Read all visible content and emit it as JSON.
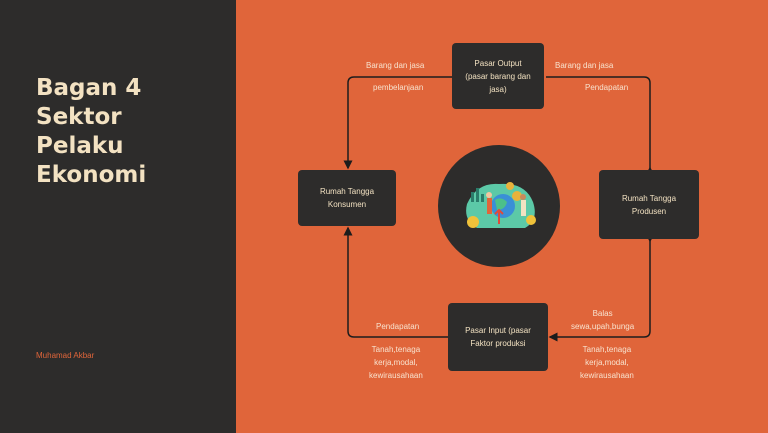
{
  "slide": {
    "title_lines": [
      "Bagan 4",
      "Sektor",
      "Pelaku",
      "Ekonomi"
    ],
    "author": "Muhamad Akbar"
  },
  "nodes": {
    "output": [
      "Pasar Output",
      "(pasar barang dan",
      "jasa)"
    ],
    "konsumen": [
      "Rumah Tangga",
      "Konsumen"
    ],
    "produsen": [
      "Rumah Tangga",
      "Produsen"
    ],
    "input": [
      "Pasar Input (pasar",
      "Faktor produksi"
    ]
  },
  "labels": {
    "top_left_1": "Barang dan jasa",
    "top_left_2": "pembelanjaan",
    "top_right_1": "Barang dan jasa",
    "top_right_2": "Pendapatan",
    "bottom_left_1": "Pendapatan",
    "bottom_left_2": [
      "Tanah,tenaga",
      "kerja,modal,",
      "kewirausahaan"
    ],
    "bottom_right_1": [
      "Balas",
      "sewa,upah,bunga"
    ],
    "bottom_right_2": [
      "Tanah,tenaga",
      "kerja,modal,",
      "kewirausahaan"
    ]
  },
  "colors": {
    "left_bg": "#2d2c2b",
    "right_bg": "#e0653a",
    "box": "#2d2c2b",
    "title": "#f3e2c2",
    "accent": "#e0653a",
    "circle_illustration": "#5cc9a7"
  },
  "icons": {
    "center": "business-growth-illustration"
  }
}
